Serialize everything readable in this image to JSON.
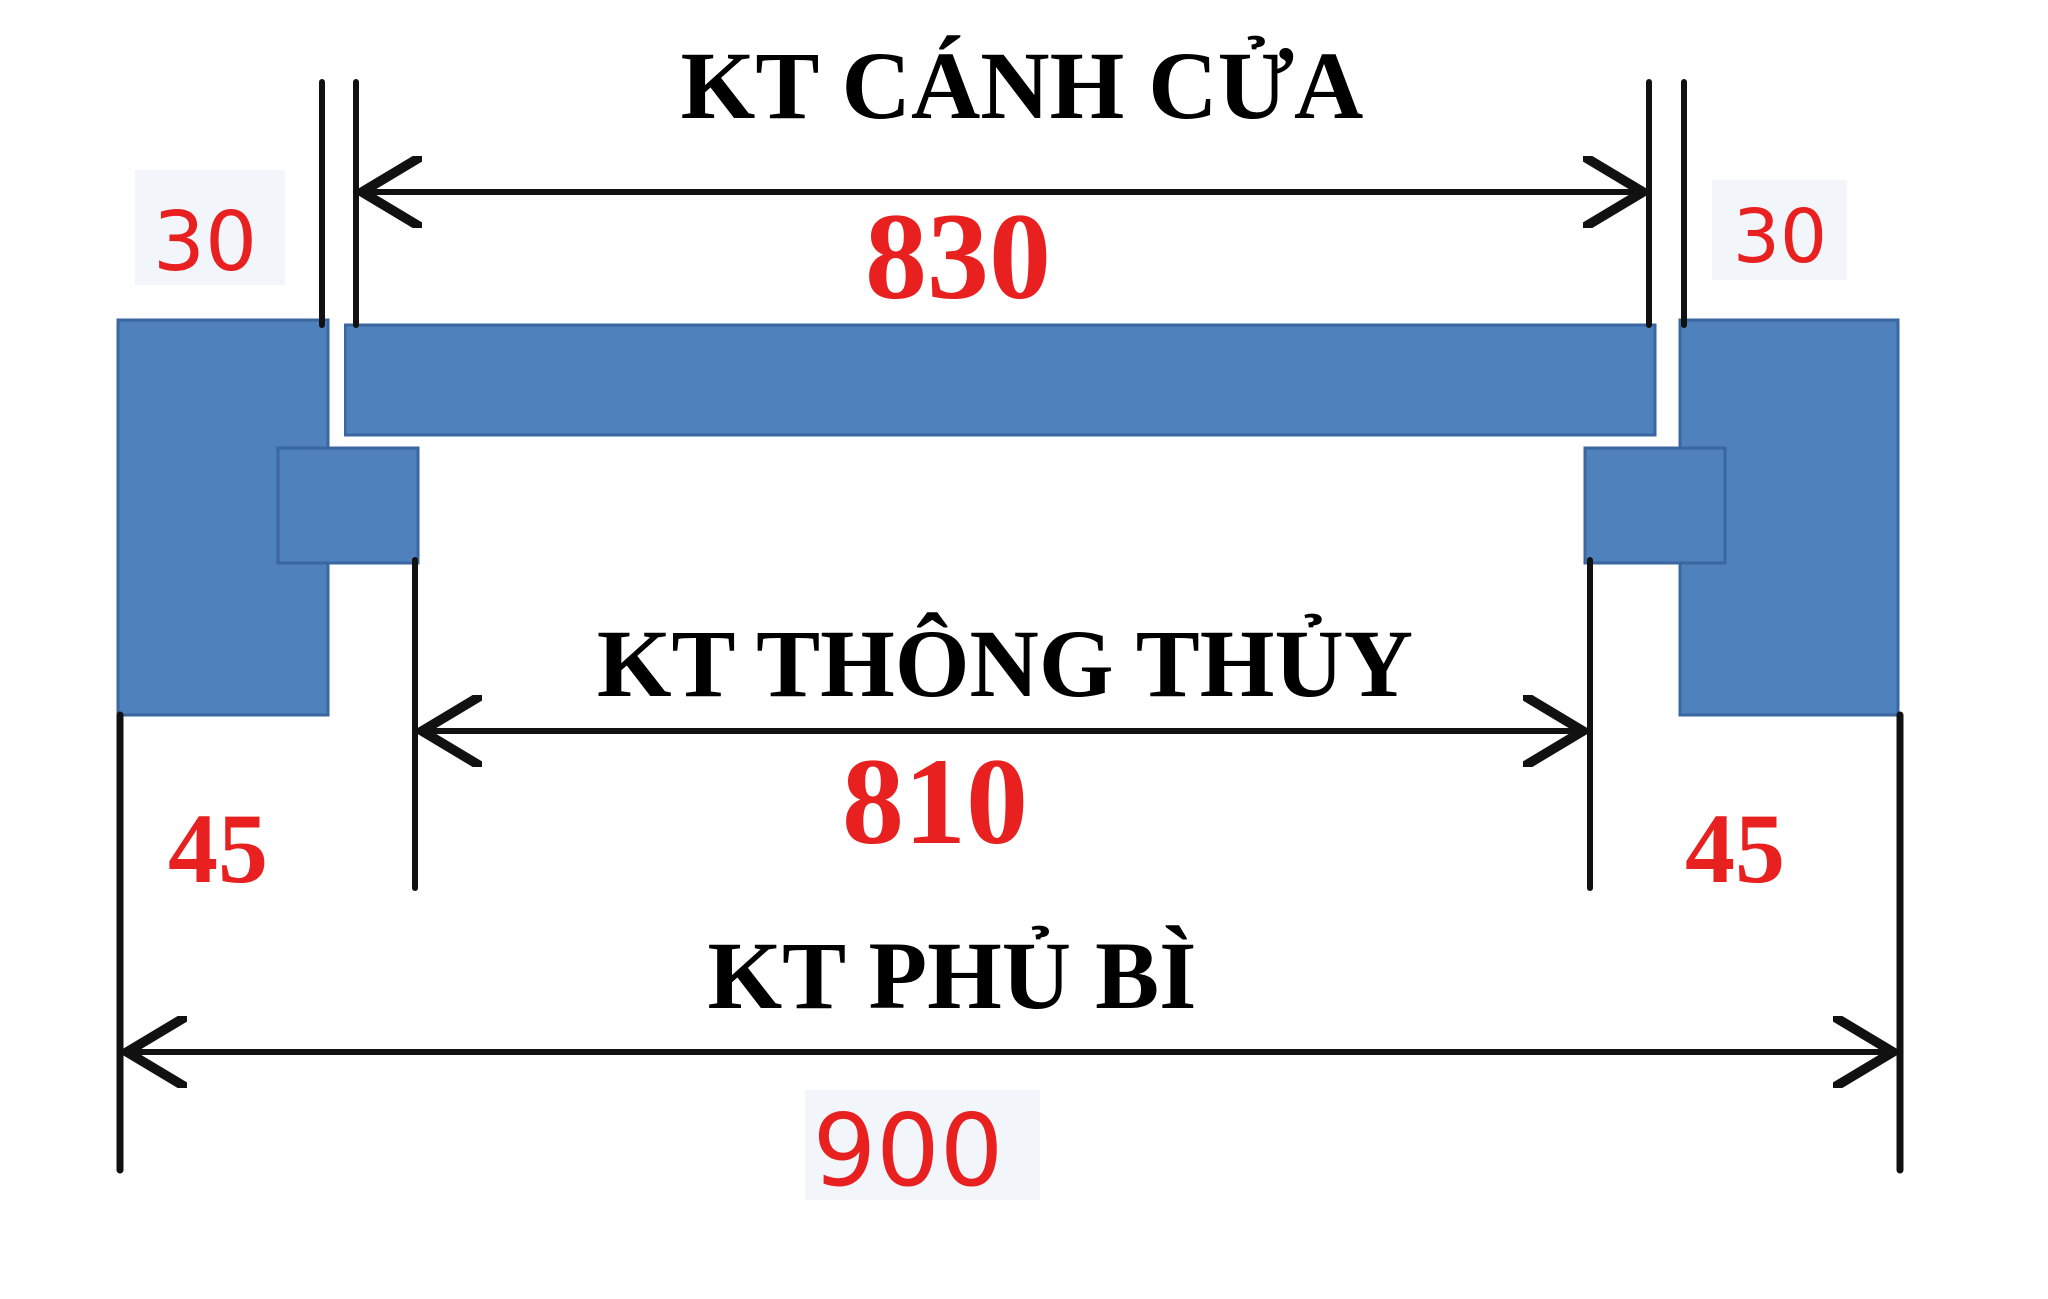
{
  "colors": {
    "frame_fill": "#4f81bd",
    "frame_edge": "#3a67a0",
    "line": "#111111",
    "label_black": "#000000",
    "value_red": "#e8201f",
    "value_bg": "#f2f5f9"
  },
  "door_leaf": {
    "title": "KT CÁNH CỬA",
    "value": "830"
  },
  "clear_opening": {
    "title": "KT THÔNG THỦY",
    "value": "810"
  },
  "overall": {
    "title": "KT PHỦ BÌ",
    "value": "900"
  },
  "offsets": {
    "top_left": "30",
    "top_right": "30",
    "bottom_left": "45",
    "bottom_right": "45"
  }
}
